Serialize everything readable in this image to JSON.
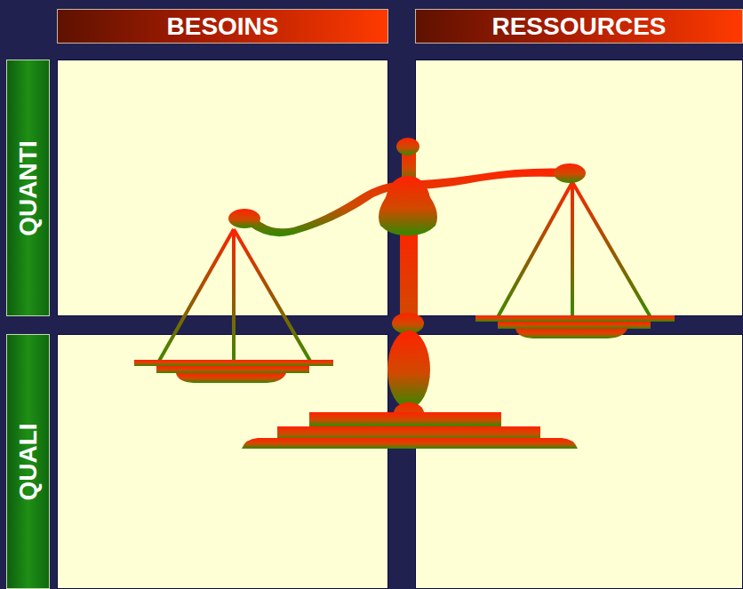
{
  "diagram": {
    "nodes": [
      {
        "text": [
          "BESOINS"
        ]
      },
      {
        "text": [
          "RESSOURCES"
        ]
      },
      {
        "text": [
          "QUANTI"
        ]
      },
      {
        "text": [
          "QUALI"
        ]
      }
    ]
  }
}
